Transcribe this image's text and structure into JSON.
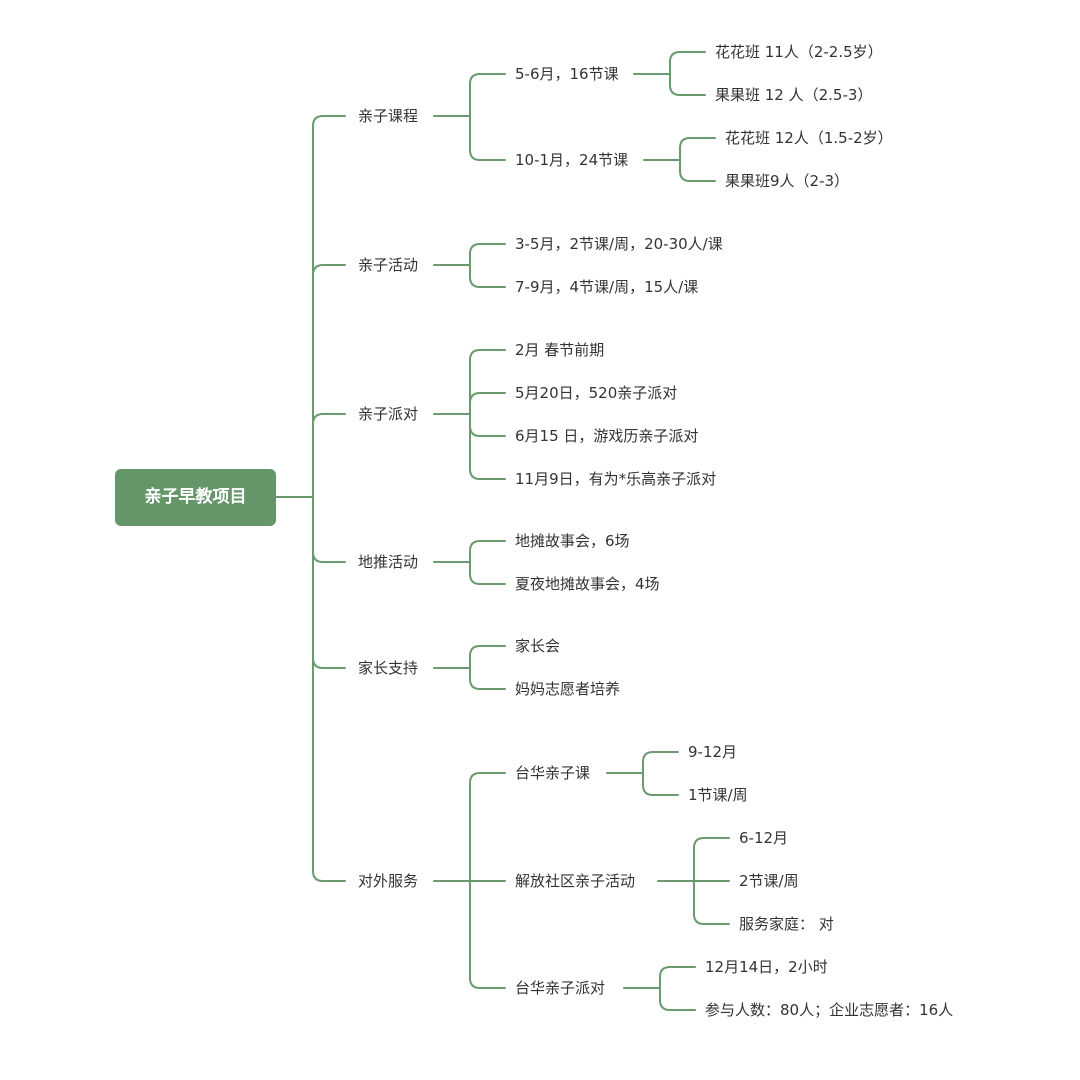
{
  "mindmap": {
    "root": "亲子早教项目",
    "line_color": "#6a9a6e",
    "root_color": "#65966a",
    "branches": [
      {
        "label": "亲子课程",
        "children": [
          {
            "label": "5-6月，16节课",
            "children": [
              "花花班 11人（2-2.5岁）",
              "果果班 12 人（2.5-3）"
            ]
          },
          {
            "label": "10-1月，24节课",
            "children": [
              "花花班 12人（1.5-2岁）",
              "果果班9人（2-3）"
            ]
          }
        ]
      },
      {
        "label": "亲子活动",
        "children": [
          {
            "label": "3-5月，2节课/周，20-30人/课"
          },
          {
            "label": "7-9月，4节课/周，15人/课"
          }
        ]
      },
      {
        "label": "亲子派对",
        "children": [
          {
            "label": "2月 春节前期"
          },
          {
            "label": "5月20日，520亲子派对"
          },
          {
            "label": "6月15 日，游戏历亲子派对"
          },
          {
            "label": "11月9日，有为*乐高亲子派对"
          }
        ]
      },
      {
        "label": "地推活动",
        "children": [
          {
            "label": "地摊故事会，6场"
          },
          {
            "label": "夏夜地摊故事会，4场"
          }
        ]
      },
      {
        "label": "家长支持",
        "children": [
          {
            "label": "家长会"
          },
          {
            "label": "妈妈志愿者培养"
          }
        ]
      },
      {
        "label": "对外服务",
        "children": [
          {
            "label": "台华亲子课",
            "children": [
              "9-12月",
              "1节课/周"
            ]
          },
          {
            "label": "解放社区亲子活动",
            "children": [
              "6-12月",
              "2节课/周",
              "服务家庭： 对"
            ]
          },
          {
            "label": "台华亲子派对",
            "children": [
              "12月14日，2小时",
              "参与人数：80人；企业志愿者：16人"
            ]
          }
        ]
      }
    ]
  }
}
